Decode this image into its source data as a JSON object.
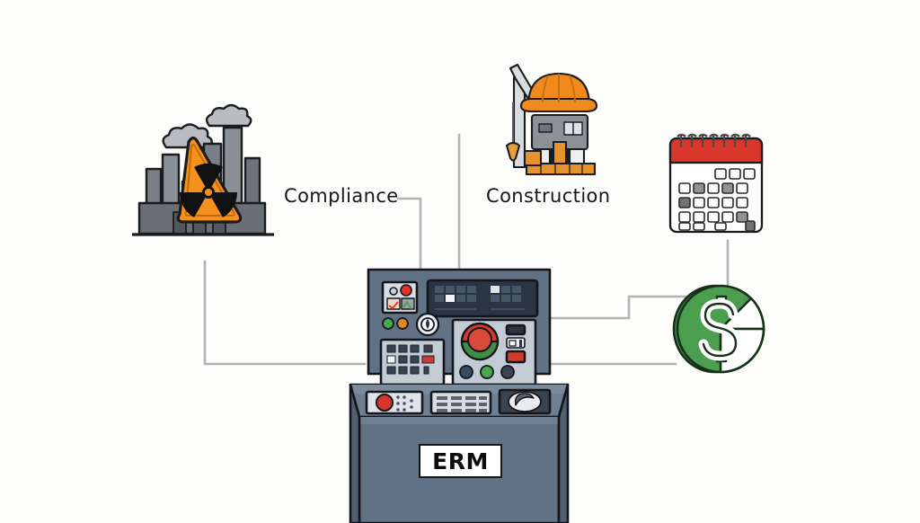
{
  "diagram": {
    "title": "ERM control console with risk domain icons",
    "background_color": "#fdfdfb",
    "connector_color": "#b3b3b3"
  },
  "labels": {
    "compliance": "Compliance",
    "construction": "Construction"
  },
  "console": {
    "badge_text": "ERM",
    "body_color": "#5d6e80",
    "panel_color": "#6b7c8e",
    "outline_color": "#14161c",
    "screen_color": "#2b3442",
    "subpanel_color": "#c3cbd4"
  },
  "icons": [
    {
      "name": "factory-radiation-icon",
      "label_text": "",
      "colors": {
        "building": "#7a7f85",
        "building_dark": "#5f6469",
        "smoke": "#b9bcc0",
        "warning_fill": "#f5921e",
        "warning_symbol": "#111111"
      }
    },
    {
      "name": "crane-hardhat-icon",
      "colors": {
        "hat": "#ef8b1c",
        "crane_body": "#8c9197",
        "platform": "#e8922c",
        "crane_light": "#e9ebee"
      }
    },
    {
      "name": "calendar-icon",
      "colors": {
        "header": "#d9372c",
        "body": "#ffffff",
        "cell": "#ffffff",
        "outline": "#1a1a1a"
      }
    },
    {
      "name": "dollar-pie-icon",
      "colors": {
        "coin_green": "#4a9e4e",
        "coin_white": "#ffffff",
        "outline": "#17301a"
      }
    }
  ],
  "connectors": [
    {
      "name": "factory-to-console",
      "from": "factory-radiation-icon",
      "to": "console"
    },
    {
      "name": "compliance-to-console",
      "from": "compliance-label",
      "to": "console"
    },
    {
      "name": "construction-to-console",
      "from": "construction-label",
      "to": "console"
    },
    {
      "name": "calendar-to-console",
      "from": "calendar-icon",
      "to": "console"
    },
    {
      "name": "money-to-console",
      "from": "dollar-pie-icon",
      "to": "console"
    }
  ]
}
